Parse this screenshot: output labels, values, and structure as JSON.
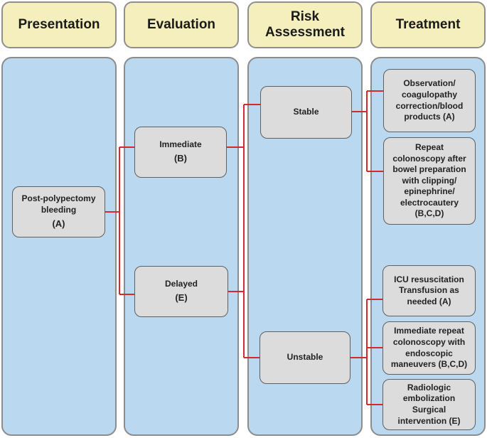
{
  "headers": {
    "presentation": "Presentation",
    "evaluation": "Evaluation",
    "risk_assessment": "Risk\nAssessment",
    "treatment": "Treatment"
  },
  "nodes": {
    "post_polypectomy": {
      "label": "Post-polypectomy\nbleeding",
      "ref": "(A)"
    },
    "immediate": {
      "label": "Immediate",
      "ref": "(B)"
    },
    "delayed": {
      "label": "Delayed",
      "ref": "(E)"
    },
    "stable": {
      "label": "Stable"
    },
    "unstable": {
      "label": "Unstable"
    },
    "observation": {
      "label": "Observation/\ncoagulopathy\ncorrection/blood\nproducts (A)"
    },
    "repeat_colonoscopy": {
      "label": "Repeat\ncolonoscopy after\nbowel preparation\nwith clipping/\nepinephrine/\nelectrocautery\n(B,C,D)"
    },
    "icu": {
      "label": "ICU resuscitation\nTransfusion as\nneeded (A)"
    },
    "immediate_repeat": {
      "label": "Immediate repeat\ncolonoscopy with\nendoscopic\nmaneuvers (B,C,D)"
    },
    "radiologic": {
      "label": "Radiologic\nembolization\nSurgical\nintervention (E)"
    }
  },
  "colors": {
    "header_fill": "#f4efbd",
    "column_fill": "#bad8ef",
    "node_fill": "#dcdcdc",
    "connector": "#d42a2a"
  }
}
